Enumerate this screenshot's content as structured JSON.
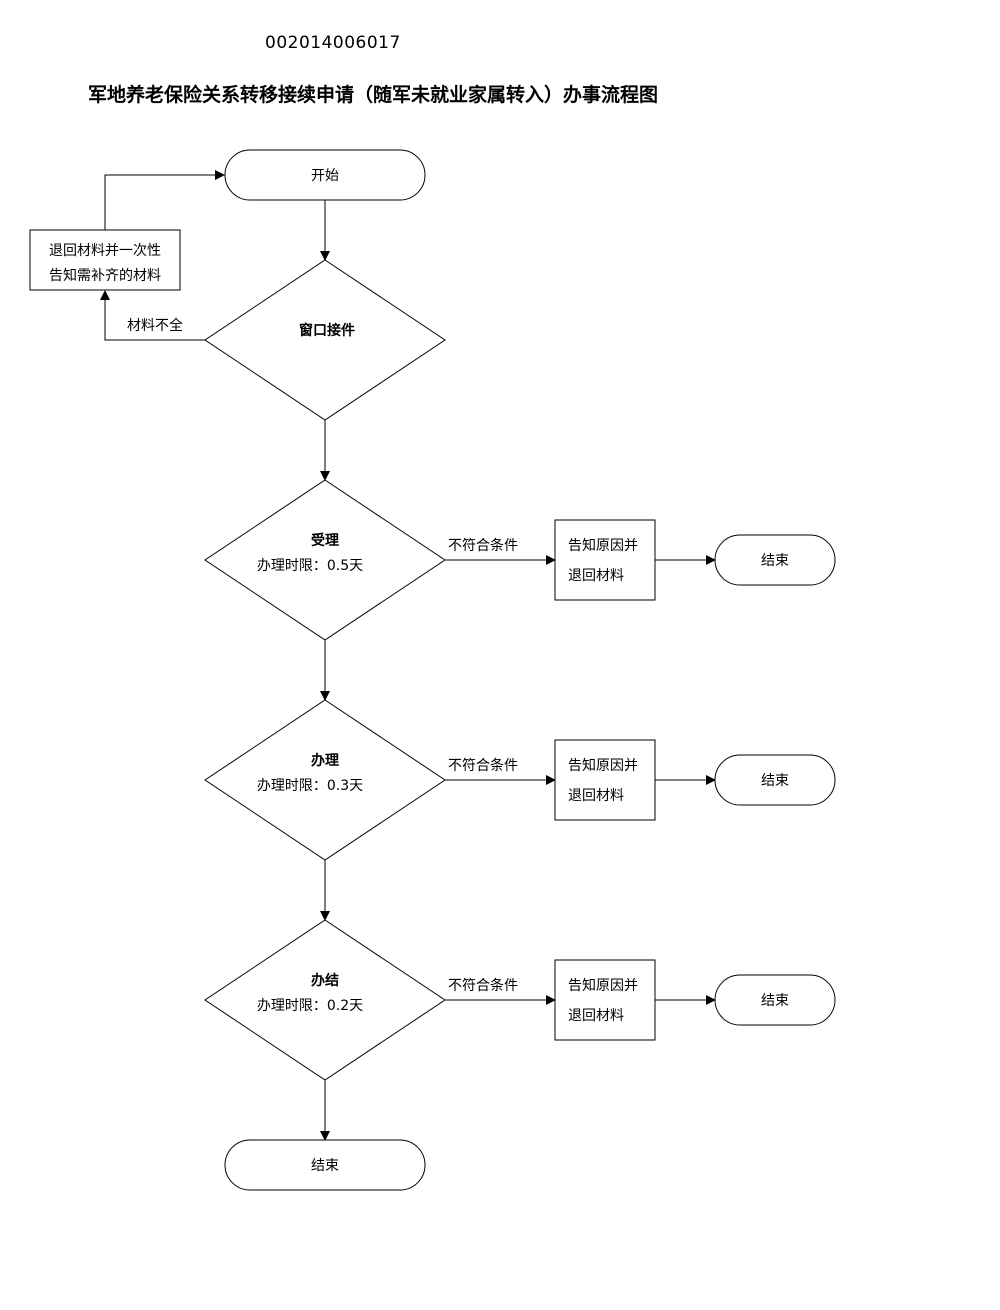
{
  "header": {
    "code": "002014006017",
    "title": "军地养老保险关系转移接续申请（随军未就业家属转入）办事流程图"
  },
  "flow": {
    "start": "开始",
    "return_box": {
      "line1": "退回材料并一次性",
      "line2": "告知需补齐的材料"
    },
    "incomplete_label": "材料不全",
    "window": "窗口接件",
    "steps": [
      {
        "title": "受理",
        "limit": "办理时限：0.5天",
        "reject_label": "不符合条件",
        "notice_line1": "告知原因并",
        "notice_line2": "退回材料",
        "end": "结束"
      },
      {
        "title": "办理",
        "limit": "办理时限：0.3天",
        "reject_label": "不符合条件",
        "notice_line1": "告知原因并",
        "notice_line2": "退回材料",
        "end": "结束"
      },
      {
        "title": "办结",
        "limit": "办理时限：0.2天",
        "reject_label": "不符合条件",
        "notice_line1": "告知原因并",
        "notice_line2": "退回材料",
        "end": "结束"
      }
    ],
    "final_end": "结束"
  }
}
